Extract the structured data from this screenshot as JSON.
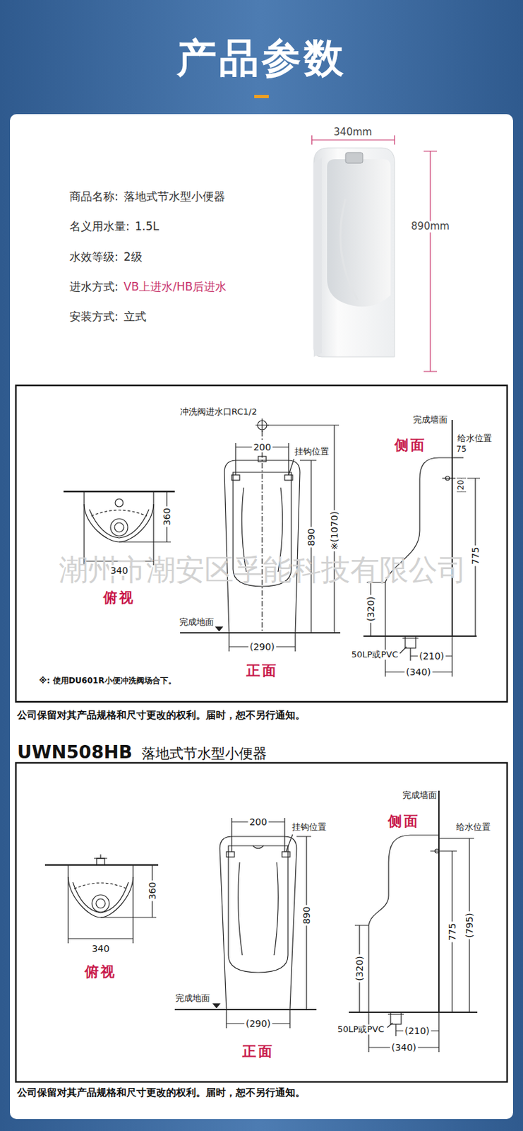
{
  "diagram": {
    "title": "产品参数",
    "labels": [
      "商品名称:",
      "落地式节水型小便器",
      "名义用水量:",
      "1.5L",
      "水效等级:",
      "2级",
      "进水方式:",
      "VB上进水/HB后进水",
      "安装方式:",
      "立式",
      "340mm",
      "890mm",
      "冲洗阀进水口RC1/2",
      "200",
      "挂钩位置",
      "侧面",
      "完成墙面",
      "给水位置",
      "75",
      "360",
      "20",
      "890",
      "※(1070)",
      "775",
      "340",
      "俯视",
      "潮州市潮安区孚能科技有限公司",
      "(320)",
      "完成地面",
      "(290)",
      "50LP或PVC",
      "(210)",
      "(340)",
      "正面",
      "※: 使用DU601R小便冲洗阀场合下。",
      "公司保留对其产品规格和尺寸更改的权利。届时，恕不另行通知。",
      "UWN508HB",
      "落地式节水型小便器",
      "完成墙面",
      "侧面",
      "200",
      "挂钩位置",
      "给水位置",
      "360",
      "890",
      "775",
      "(795)",
      "340",
      "(320)",
      "俯视",
      "完成地面",
      "50LP或PVC",
      "(210)",
      "(290)",
      "(340)",
      "正面",
      "公司保留对其产品规格和尺寸更改的权利。届时，恕不另行通知。"
    ]
  }
}
